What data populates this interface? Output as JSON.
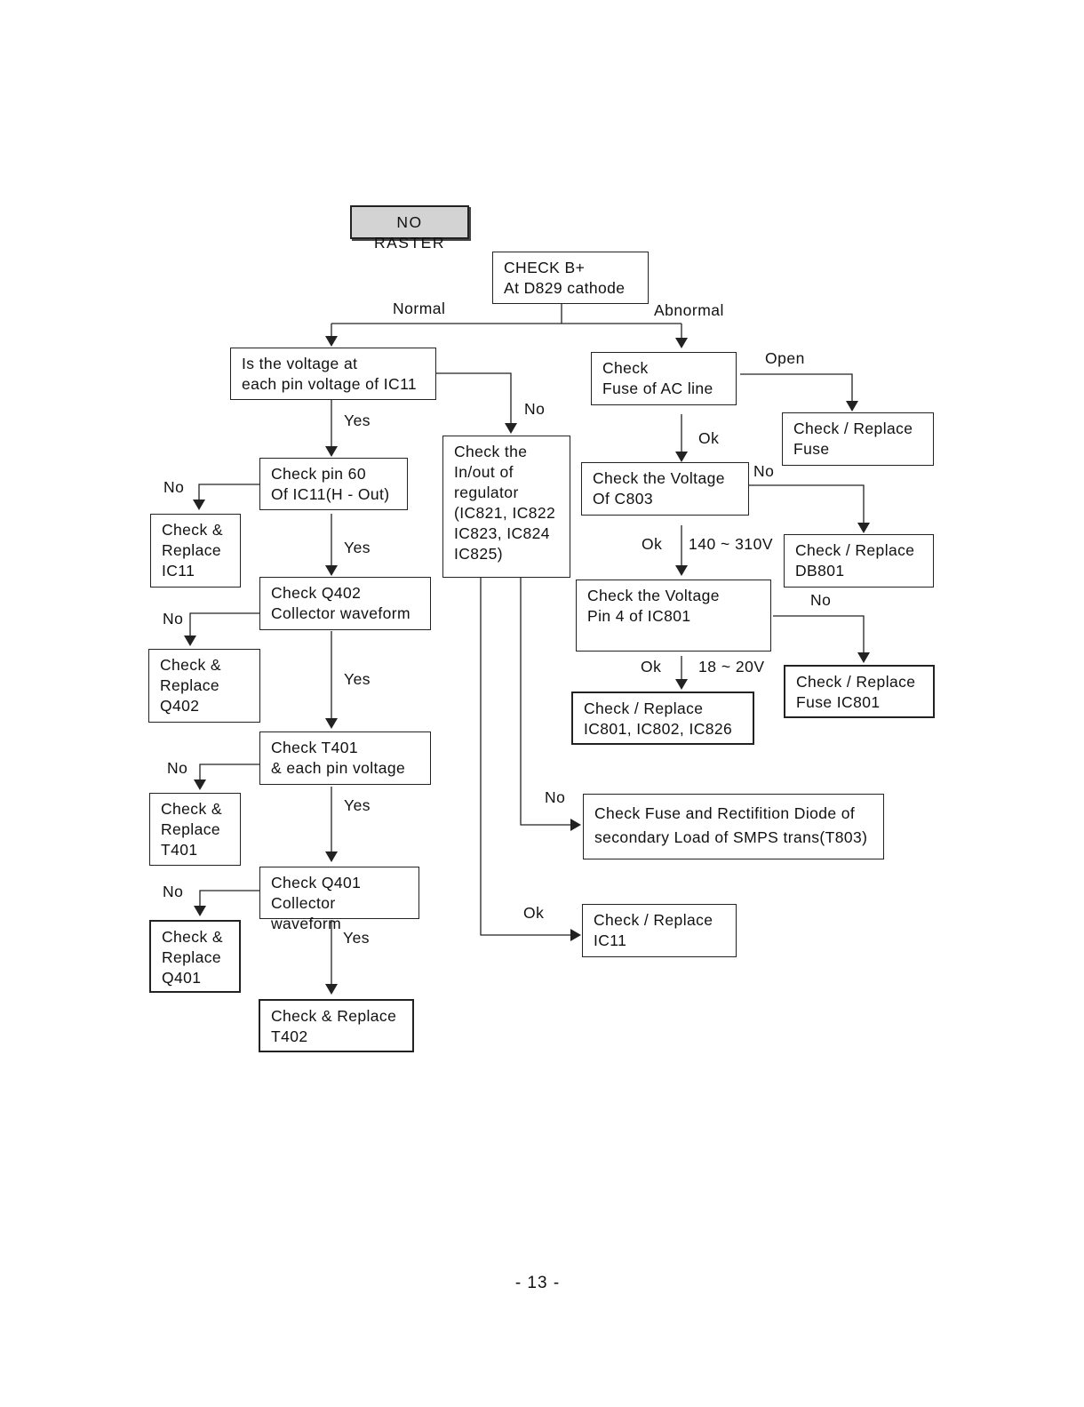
{
  "title": "NO RASTER",
  "page_number": "- 13 -",
  "nodes": {
    "check_bplus": "CHECK B+\nAt D829 cathode",
    "voltage_ic11": "Is the voltage at\neach pin voltage of IC11",
    "check_pin60": "Check pin 60\nOf IC11(H - Out)",
    "replace_ic11": "Check &\nReplace\nIC11",
    "check_q402": "Check Q402\nCollector waveform",
    "replace_q402": "Check &\nReplace\nQ402",
    "check_t401": "Check T401\n& each pin voltage",
    "replace_t401": "Check &\nReplace\nT401",
    "check_q401": "Check Q401\nCollector waveform",
    "replace_q401": "Check &\nReplace\nQ401",
    "replace_t402": "Check & Replace\nT402",
    "check_regulator": "Check the\nIn/out of\nregulator\n(IC821, IC822\nIC823, IC824\nIC825)",
    "check_fuse_ac": "Check\nFuse of AC line",
    "replace_fuse": "Check / Replace\nFuse",
    "check_c803": "Check the Voltage\nOf C803",
    "replace_db801": "Check / Replace\nDB801",
    "check_pin4": "Check the Voltage\nPin 4 of IC801",
    "replace_fuse_ic801": "Check / Replace\nFuse IC801",
    "replace_ic801": "Check / Replace\nIC801, IC802, IC826",
    "check_fuse_diode": "Check Fuse and Rectifition Diode of\nsecondary Load of SMPS trans(T803)",
    "replace_ic11_ok": "Check / Replace\n IC11"
  },
  "edge_labels": {
    "normal": "Normal",
    "abnormal": "Abnormal",
    "open": "Open",
    "yes_ic11": "Yes",
    "no_regulator": "No",
    "ok_fuse": "Ok",
    "no_pin60": "No",
    "no_c803": "No",
    "yes_pin60": "Yes",
    "ok_c803": "Ok",
    "range_c803": "140 ~ 310V",
    "no_q402": "No",
    "no_pin4": "No",
    "ok_pin4": "Ok",
    "range_pin4": "18 ~ 20V",
    "yes_q402": "Yes",
    "no_t401": "No",
    "no_fuse_diode": "No",
    "yes_t401": "Yes",
    "no_q401": "No",
    "ok_regulator": "Ok",
    "yes_q401": "Yes"
  }
}
